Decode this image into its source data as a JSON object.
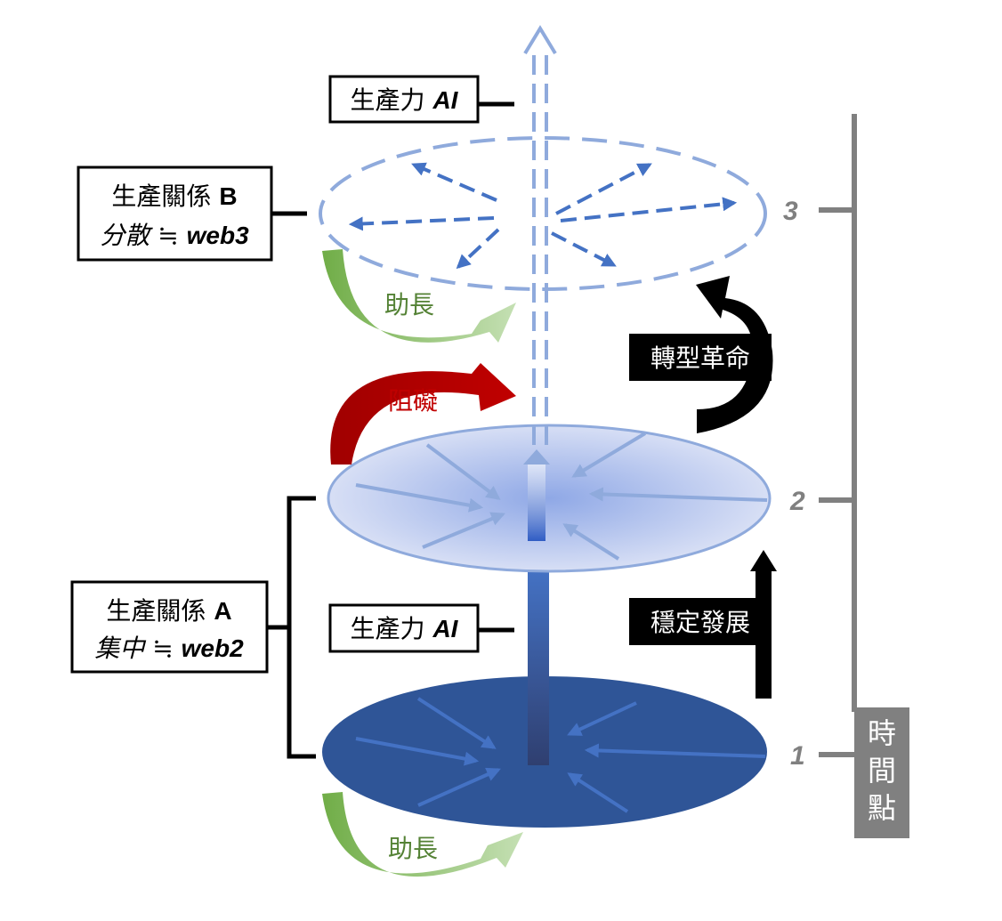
{
  "productivity_top": {
    "text": "生產力 ",
    "ai": "AI"
  },
  "productivity_bottom": {
    "text": "生產力 ",
    "ai": "AI"
  },
  "relation_b": {
    "line1": "生產關係 ",
    "line1_letter": "B",
    "line2": "分散 ≒ ",
    "line2_en": "web3"
  },
  "relation_a": {
    "line1": "生產關係 ",
    "line1_letter": "A",
    "line2": "集中 ≒ ",
    "line2_en": "web2"
  },
  "promote_top": "助長",
  "hinder": "阻礙",
  "promote_bottom": "助長",
  "transformation": "轉型革命",
  "stable_development": "穩定發展",
  "timeline": {
    "title_chars": [
      "時",
      "間",
      "點"
    ],
    "ticks": [
      "3",
      "2",
      "1"
    ]
  },
  "colors": {
    "dark_blue": "#2f5597",
    "light_blue": "#8faadc",
    "arrow_blue": "#4472c4",
    "green": "#70ad47",
    "red": "#c00000",
    "gray": "#808080"
  }
}
